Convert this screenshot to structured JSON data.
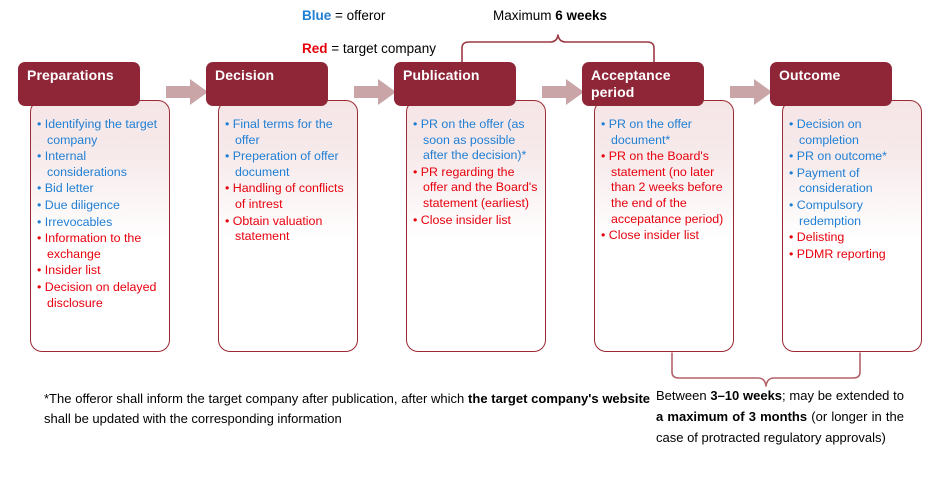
{
  "legend": {
    "blue": {
      "key": "Blue",
      "text": " = offeror"
    },
    "red": {
      "key": "Red",
      "text": " = target company"
    }
  },
  "brackets": {
    "top": {
      "caption_prefix": "Maximum ",
      "caption_bold": "6 weeks",
      "color": "#9c3a44"
    },
    "bottom": {
      "color": "#b4626c"
    }
  },
  "flow": {
    "columns": [
      {
        "id": "preparations",
        "title": "Preparations",
        "items": [
          {
            "text": "Identifying the target company",
            "color": "blue"
          },
          {
            "text": "Internal considerations",
            "color": "blue"
          },
          {
            "text": "Bid letter",
            "color": "blue"
          },
          {
            "text": "Due diligence",
            "color": "blue"
          },
          {
            "text": "Irrevocables",
            "color": "blue"
          },
          {
            "text": "Information to the exchange",
            "color": "red"
          },
          {
            "text": "Insider list",
            "color": "red"
          },
          {
            "text": "Decision on delayed disclosure",
            "color": "red"
          }
        ]
      },
      {
        "id": "decision",
        "title": "Decision",
        "items": [
          {
            "text": "Final terms for the offer",
            "color": "blue"
          },
          {
            "text": "Preperation of offer document",
            "color": "blue"
          },
          {
            "text": "Handling of conflicts of intrest",
            "color": "red"
          },
          {
            "text": "Obtain valuation statement",
            "color": "red"
          }
        ]
      },
      {
        "id": "publication",
        "title": "Publication",
        "items": [
          {
            "text": "PR on the offer (as soon as possible after the decision)*",
            "color": "blue"
          },
          {
            "text": "PR regarding the offer and the Board's statement (earliest)",
            "color": "red"
          },
          {
            "text": "Close insider list",
            "color": "red"
          }
        ]
      },
      {
        "id": "acceptance-period",
        "title": "Acceptance period",
        "items": [
          {
            "text": "PR on the offer document*",
            "color": "blue"
          },
          {
            "text": "PR on the Board's statement (no later than 2 weeks before the end of the accepatance period)",
            "color": "red"
          },
          {
            "text": "Close insider list",
            "color": "red"
          }
        ]
      },
      {
        "id": "outcome",
        "title": "Outcome",
        "items": [
          {
            "text": "Decision on completion",
            "color": "blue"
          },
          {
            "text": "PR on outcome*",
            "color": "blue"
          },
          {
            "text": "Payment of consideration",
            "color": "blue"
          },
          {
            "text": "Compulsory redemption",
            "color": "blue"
          },
          {
            "text": "Delisting",
            "color": "red"
          },
          {
            "text": "PDMR reporting",
            "color": "red"
          }
        ]
      }
    ],
    "arrow_icons": [
      "right-arrow-icon",
      "right-arrow-icon",
      "right-arrow-icon",
      "right-arrow-icon"
    ]
  },
  "footnotes": {
    "left": {
      "parts": [
        {
          "text": "*The offeror shall inform the target company after publication, after which ",
          "bold": false
        },
        {
          "text": "the target company's website",
          "bold": true
        },
        {
          "text": " shall be updated with the corresponding information",
          "bold": false
        }
      ]
    },
    "right": {
      "parts": [
        {
          "text": "Between ",
          "bold": false
        },
        {
          "text": "3–10 weeks",
          "bold": true
        },
        {
          "text": "; may be extended to ",
          "bold": false
        },
        {
          "text": "a maximum of 3 months",
          "bold": true
        },
        {
          "text": " (or longer in the case of protracted regulatory approvals)",
          "bold": false
        }
      ]
    }
  },
  "colors": {
    "header_maroon": "#8f2638",
    "card_border": "#9c2a33",
    "card_tint": "#f5e5e6",
    "arrow_mauve": "#c9a5a8",
    "offeror_blue": "#1f7fd4",
    "target_red": "#e8000d",
    "bracket_red": "#9c3a44"
  }
}
